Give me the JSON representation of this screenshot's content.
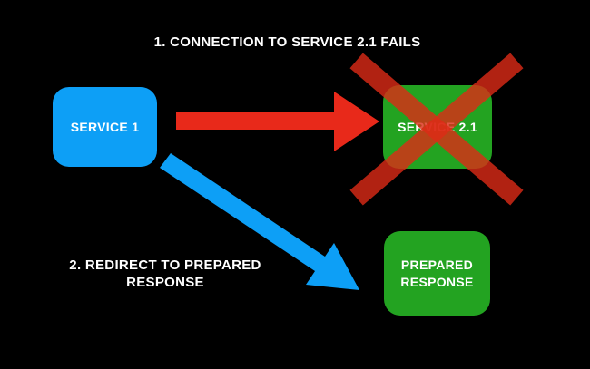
{
  "title": {
    "text": "1. CONNECTION TO SERVICE 2.1 FAILS"
  },
  "step2": {
    "line1": "2. REDIRECT TO PREPARED",
    "line2": "RESPONSE"
  },
  "nodes": {
    "service1": {
      "label": "SERVICE 1"
    },
    "service2_1": {
      "label": "SERVICE 2.1"
    },
    "prepared": {
      "line1": "PREPARED",
      "line2": "RESPONSE"
    }
  },
  "icons": {
    "red_arrow": "arrow-right-icon",
    "blue_arrow": "arrow-down-right-icon",
    "failure_cross": "x-cross-icon"
  },
  "colors": {
    "background": "#000000",
    "blue": "#0D9FF6",
    "green": "#23A321",
    "red": "#E8291A",
    "x_red": "#DD2A17",
    "text": "#FFFFFF"
  }
}
